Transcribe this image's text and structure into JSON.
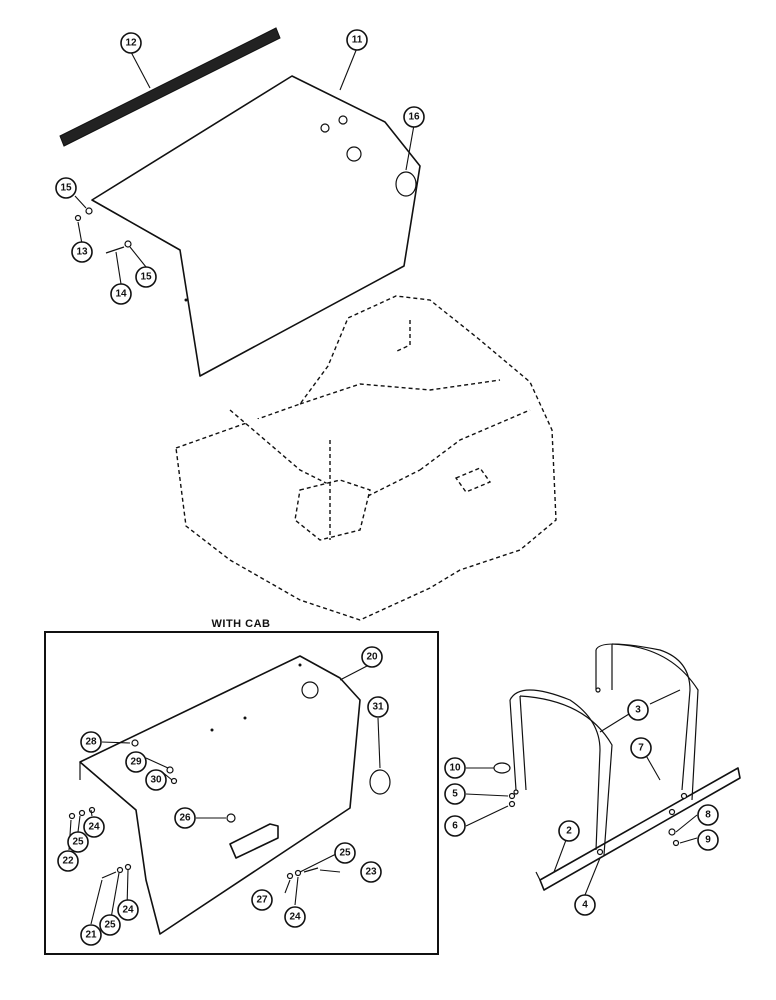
{
  "inset": {
    "title": "WITH CAB"
  },
  "callouts": {
    "c2": "2",
    "c3": "3",
    "c4": "4",
    "c5": "5",
    "c6": "6",
    "c7": "7",
    "c8": "8",
    "c9": "9",
    "c10": "10",
    "c11": "11",
    "c12": "12",
    "c13": "13",
    "c14": "14",
    "c15a": "15",
    "c15b": "15",
    "c16": "16",
    "c20": "20",
    "c21": "21",
    "c22": "22",
    "c23": "23",
    "c24a": "24",
    "c24b": "24",
    "c24c": "24",
    "c25a": "25",
    "c25b": "25",
    "c25c": "25",
    "c26": "26",
    "c27": "27",
    "c28": "28",
    "c29": "29",
    "c30": "30",
    "c31": "31"
  }
}
